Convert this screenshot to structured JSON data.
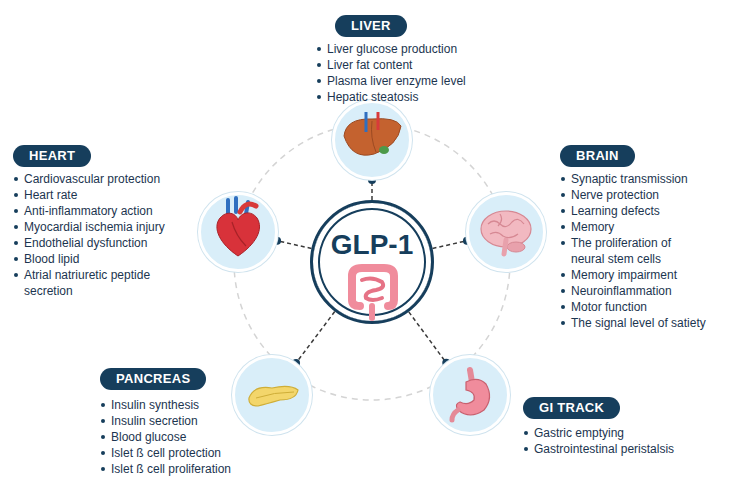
{
  "diagram": {
    "nodes": [
      {
        "text": [
          "LIVER",
          "Liver glucose production",
          "Liver fat content",
          "Plasma liver enzyme level",
          "Hepatic steatosis"
        ]
      },
      {
        "text": [
          "HEART",
          "Cardiovascular protection",
          "Heart rate",
          "Anti-inflammatory action",
          "Myocardial ischemia injury",
          "Endothelial dysfunction",
          "Blood lipid",
          "Atrial natriuretic peptide secretion"
        ]
      },
      {
        "text": [
          "GLP-1"
        ]
      },
      {
        "text": [
          "BRAIN",
          "Synaptic transmission",
          "Nerve protection",
          "Learning defects",
          "Memory",
          "The proliferation of neural stem cells",
          "Memory impairment",
          "Neuroinflammation",
          "Motor function",
          "The signal level of satiety"
        ]
      },
      {
        "text": [
          "PANCREAS",
          "Insulin synthesis",
          "Insulin secretion",
          "Blood glucose",
          "Islet ß cell protection",
          "Islet ß cell proliferation"
        ]
      },
      {
        "text": [
          "GI TRACK",
          "Gastric emptying",
          "Gastrointestinal peristalsis"
        ]
      }
    ],
    "edges": [
      {
        "from": 2,
        "to": 0,
        "arrow": "none"
      },
      {
        "from": 2,
        "to": 1,
        "arrow": "none"
      },
      {
        "from": 2,
        "to": 3,
        "arrow": "none"
      },
      {
        "from": 2,
        "to": 4,
        "arrow": "none"
      },
      {
        "from": 2,
        "to": 5,
        "arrow": "none"
      }
    ]
  }
}
